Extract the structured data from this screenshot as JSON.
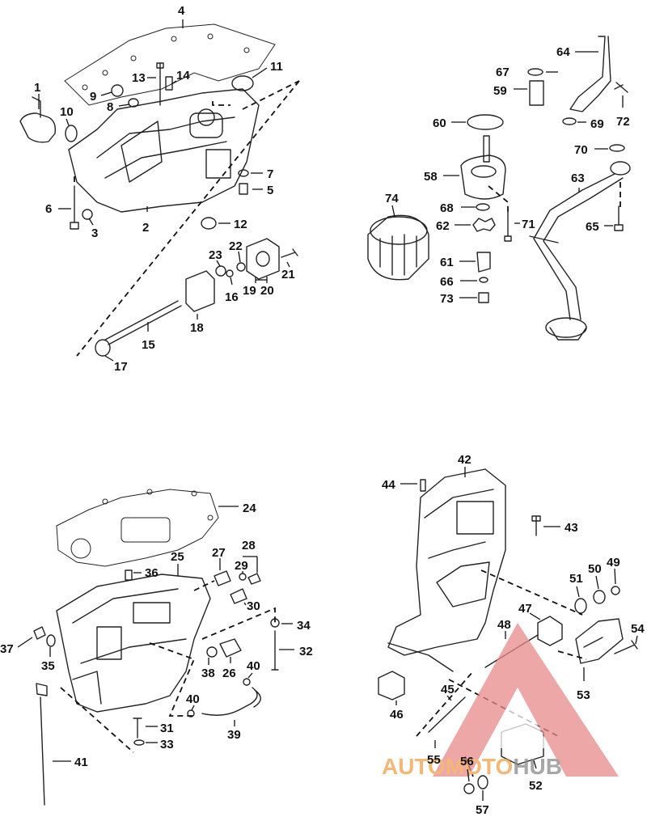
{
  "callouts": {
    "c1": "1",
    "c2": "2",
    "c3": "3",
    "c4": "4",
    "c5": "5",
    "c6": "6",
    "c7": "7",
    "c8": "8",
    "c9": "9",
    "c10": "10",
    "c11": "11",
    "c12": "12",
    "c13": "13",
    "c14": "14",
    "c15": "15",
    "c16": "16",
    "c17": "17",
    "c18": "18",
    "c19": "19",
    "c20": "20",
    "c21": "21",
    "c22": "22",
    "c23": "23",
    "c24": "24",
    "c25": "25",
    "c26": "26",
    "c27": "27",
    "c28": "28",
    "c29": "29",
    "c30": "30",
    "c31": "31",
    "c32": "32",
    "c33": "33",
    "c34": "34",
    "c35": "35",
    "c36": "36",
    "c37": "37",
    "c38": "38",
    "c39": "39",
    "c40a": "40",
    "c40b": "40",
    "c41": "41",
    "c42": "42",
    "c43": "43",
    "c44": "44",
    "c45": "45",
    "c46": "46",
    "c47": "47",
    "c48": "48",
    "c49": "49",
    "c50": "50",
    "c51": "51",
    "c52": "52",
    "c53": "53",
    "c54": "54",
    "c55": "55",
    "c56": "56",
    "c57": "57",
    "c58": "58",
    "c59": "59",
    "c60": "60",
    "c61": "61",
    "c62": "62",
    "c63": "63",
    "c64": "64",
    "c65": "65",
    "c66": "66",
    "c67": "67",
    "c68": "68",
    "c69": "69",
    "c70": "70",
    "c71": "71",
    "c72": "72",
    "c73": "73",
    "c74": "74"
  },
  "watermark": {
    "part1": "AUTO",
    "part2": "MOTO",
    "part3": "HUB",
    "colors": {
      "orange": "#f0a04a",
      "red": "#e06a6a",
      "gray": "#8a8a8a"
    }
  }
}
